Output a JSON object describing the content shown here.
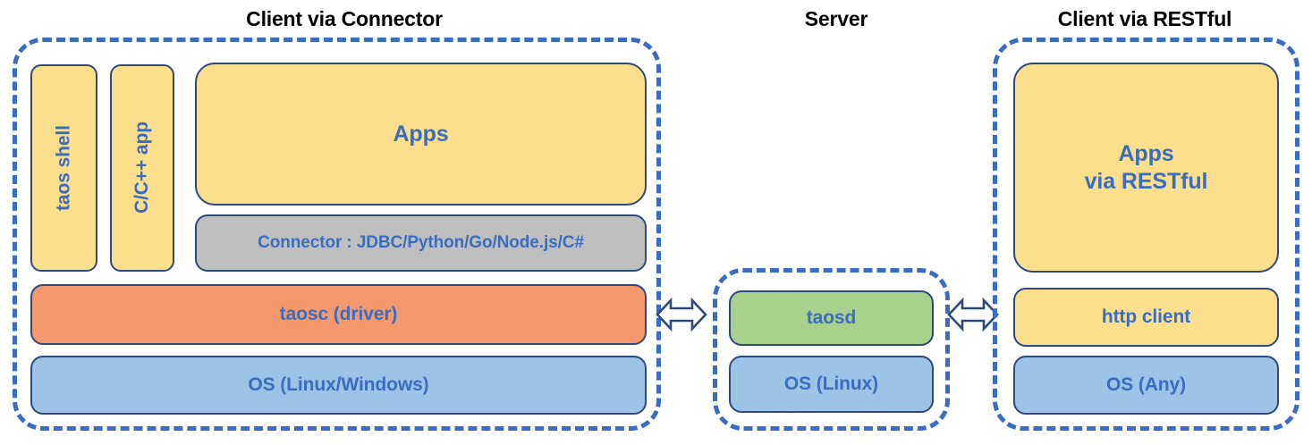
{
  "diagram": {
    "title": "TDengine client/server architecture",
    "background": "#ffffff",
    "colors": {
      "dashed_border": "#3A6CC0",
      "box_border": "#2E4A7D",
      "text_blue": "#3A6CC0",
      "caption_black": "#000000",
      "yellow": "#FBDF8D",
      "grey": "#BFBFBF",
      "orange": "#F4996E",
      "blue": "#9DC3E6",
      "green": "#A9D18E",
      "arrow_fill": "#FFFFFF",
      "arrow_stroke": "#2E4A7D"
    }
  },
  "sections": {
    "client_connector": {
      "caption": "Client via Connector",
      "boxes": {
        "taos_shell": "taos shell",
        "c_cpp_app": "C/C++ app",
        "apps": "Apps",
        "connector": "Connector : JDBC/Python/Go/Node.js/C#",
        "taosc": "taosc (driver)",
        "os": "OS (Linux/Windows)"
      }
    },
    "server": {
      "caption": "Server",
      "boxes": {
        "taosd": "taosd",
        "os": "OS (Linux)"
      }
    },
    "client_restful": {
      "caption": "Client via RESTful",
      "boxes": {
        "apps_line1": "Apps",
        "apps_line2": "via RESTful",
        "http_client": "http client",
        "os": "OS (Any)"
      }
    }
  },
  "connectors": {
    "left_arrow_label": "bidirectional-connection-client-to-server",
    "right_arrow_label": "bidirectional-connection-server-to-restful-client"
  }
}
